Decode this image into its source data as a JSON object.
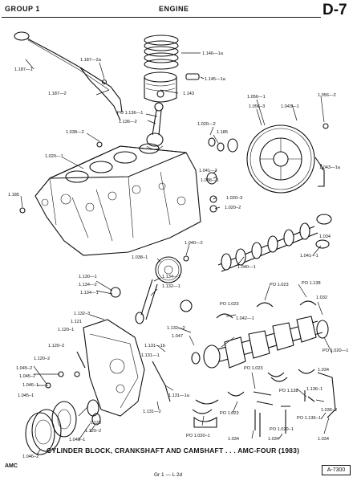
{
  "header": {
    "group": "GROUP 1",
    "section": "ENGINE",
    "page_code": "D-7"
  },
  "caption": "CYLINDER BLOCK, CRANKSHAFT AND CAMSHAFT . . . AMC-FOUR (1983)",
  "figure_id": "A-7300",
  "footer": {
    "brand": "AMC",
    "code": "Gr 1 — L 2d"
  },
  "part_labels": [
    "1.146—1a",
    "1.145—1a",
    "1.143",
    "1.187—1",
    "1.187—2a",
    "1.187—2",
    "PO 1.136—1",
    "1.136—2",
    "1.020—2",
    "1.185",
    "1.038—2",
    "1.020—1",
    "1.056—1",
    "1.056–3",
    "1.043—1",
    "1.056—2",
    "1.041—2",
    "1.038—1",
    "1.043—1a",
    "1.185",
    "1.020–3",
    "1.020–2",
    "1.040—2",
    "1.034",
    "1.041—1",
    "1.038–1",
    "1.040—1",
    "1.130—1",
    "1.134—2",
    "1.134—1",
    "1.134—1",
    "1.132—1",
    "PO 1.023",
    "PO 1.138",
    "1.032",
    "1.132–3",
    "1.121",
    "1.120–1",
    "PO 1.023",
    "1.042—1",
    "1.132—2",
    "1.047",
    "1.131—1b",
    "1.120–2",
    "1.120–2",
    "1.131—1",
    "PO 1.020—1",
    "1.045–2",
    "1.045–2",
    "1.046–1",
    "1.131—1a",
    "PO 1.023",
    "PO 1.138",
    "1.136–1",
    "1.045–1",
    "1.131—2",
    "1.123",
    "1.120–2",
    "1.045–1",
    "1.046–2",
    "PO 1.023",
    "PO 1.020–1",
    "1.034",
    "PO 1.020–1",
    "1.034",
    "1.036–2",
    "PO 1.136–1",
    "1.034",
    "1.034"
  ]
}
